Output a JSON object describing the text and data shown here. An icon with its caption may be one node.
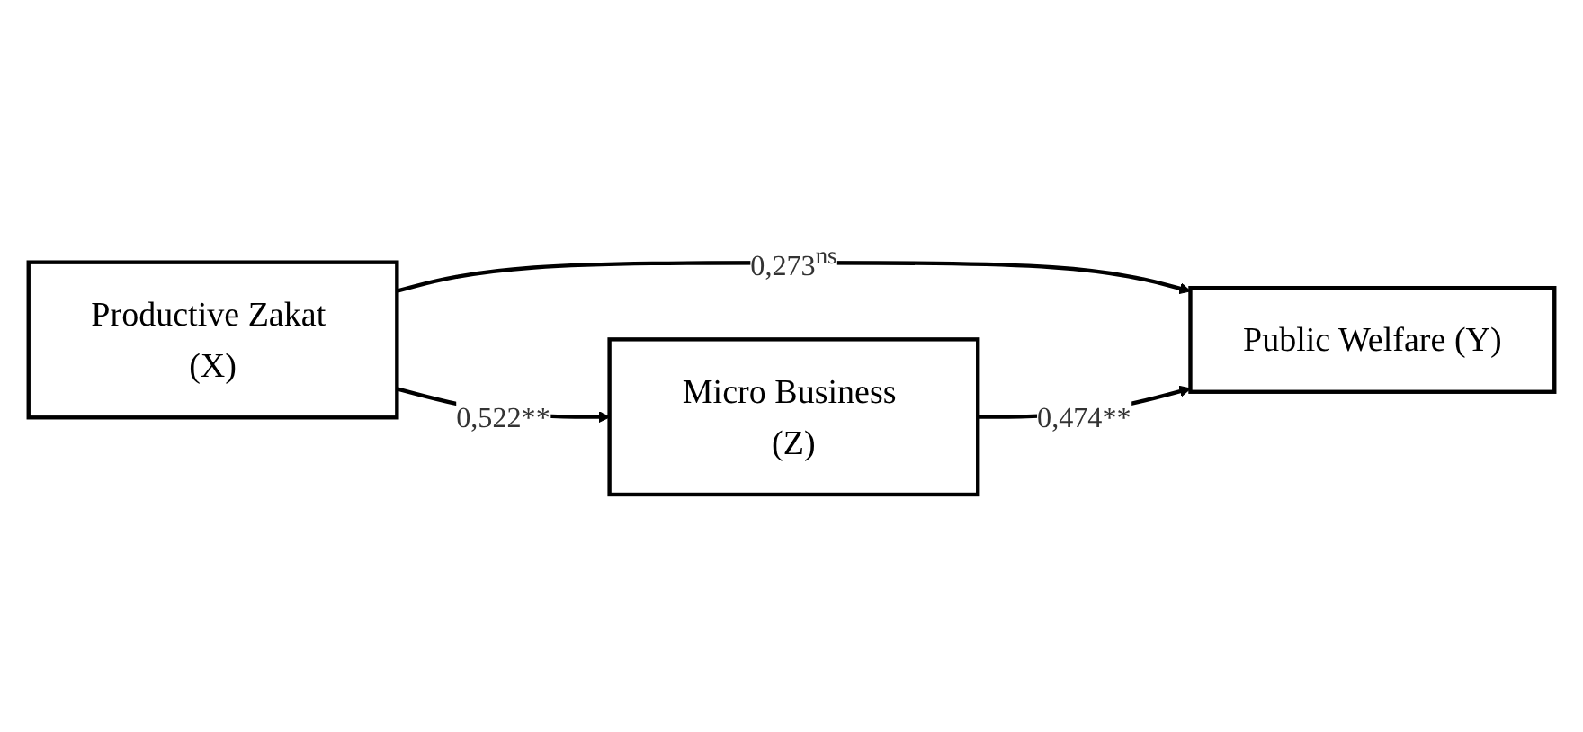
{
  "diagram": {
    "nodes": [
      {
        "text": [
          "Productive Zakat (X)"
        ]
      },
      {
        "text": [
          "Public Welfare (Y)"
        ]
      },
      {
        "text": [
          "Micro Business (Z)"
        ]
      }
    ],
    "edges": [
      {
        "from": 0,
        "to": 1,
        "arrow": "to",
        "label": "0,273$^{ns}$"
      },
      {
        "from": 0,
        "to": 2,
        "arrow": "to",
        "label": "0,522**"
      },
      {
        "from": 2,
        "to": 1,
        "arrow": "to",
        "label": "0,474**"
      }
    ]
  }
}
